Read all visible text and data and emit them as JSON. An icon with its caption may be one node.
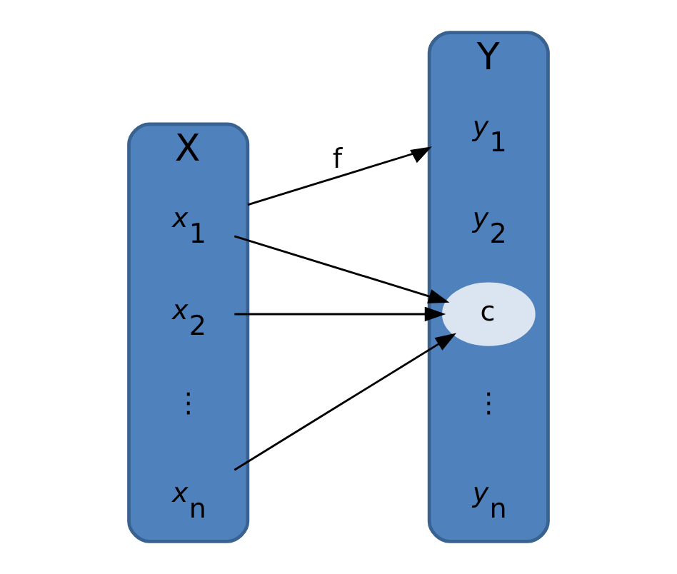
{
  "diagram": {
    "nodes": [
      {
        "text": [
          "X"
        ]
      },
      {
        "text": [
          "*x*$_{1}$"
        ],
        "in": 0
      },
      {
        "text": [
          "*x*$_{2}$"
        ],
        "in": 0
      },
      {
        "text": [
          "*x*$_{n}$"
        ],
        "in": 0
      },
      {
        "text": [
          "Y"
        ]
      },
      {
        "text": [
          "c"
        ],
        "in": 4
      }
    ],
    "edges": [
      {
        "from": 0,
        "to": 4,
        "arrow": "to",
        "label": "f"
      },
      {
        "from": 1,
        "to": 5,
        "arrow": "to"
      },
      {
        "from": 2,
        "to": 5,
        "arrow": "to"
      },
      {
        "from": 3,
        "to": 5,
        "arrow": "to"
      }
    ],
    "labels": [
      "⋮",
      "*y*$_{1}$",
      "*y*$_{2}$",
      "⋮",
      "*y*$_{n}$"
    ]
  }
}
